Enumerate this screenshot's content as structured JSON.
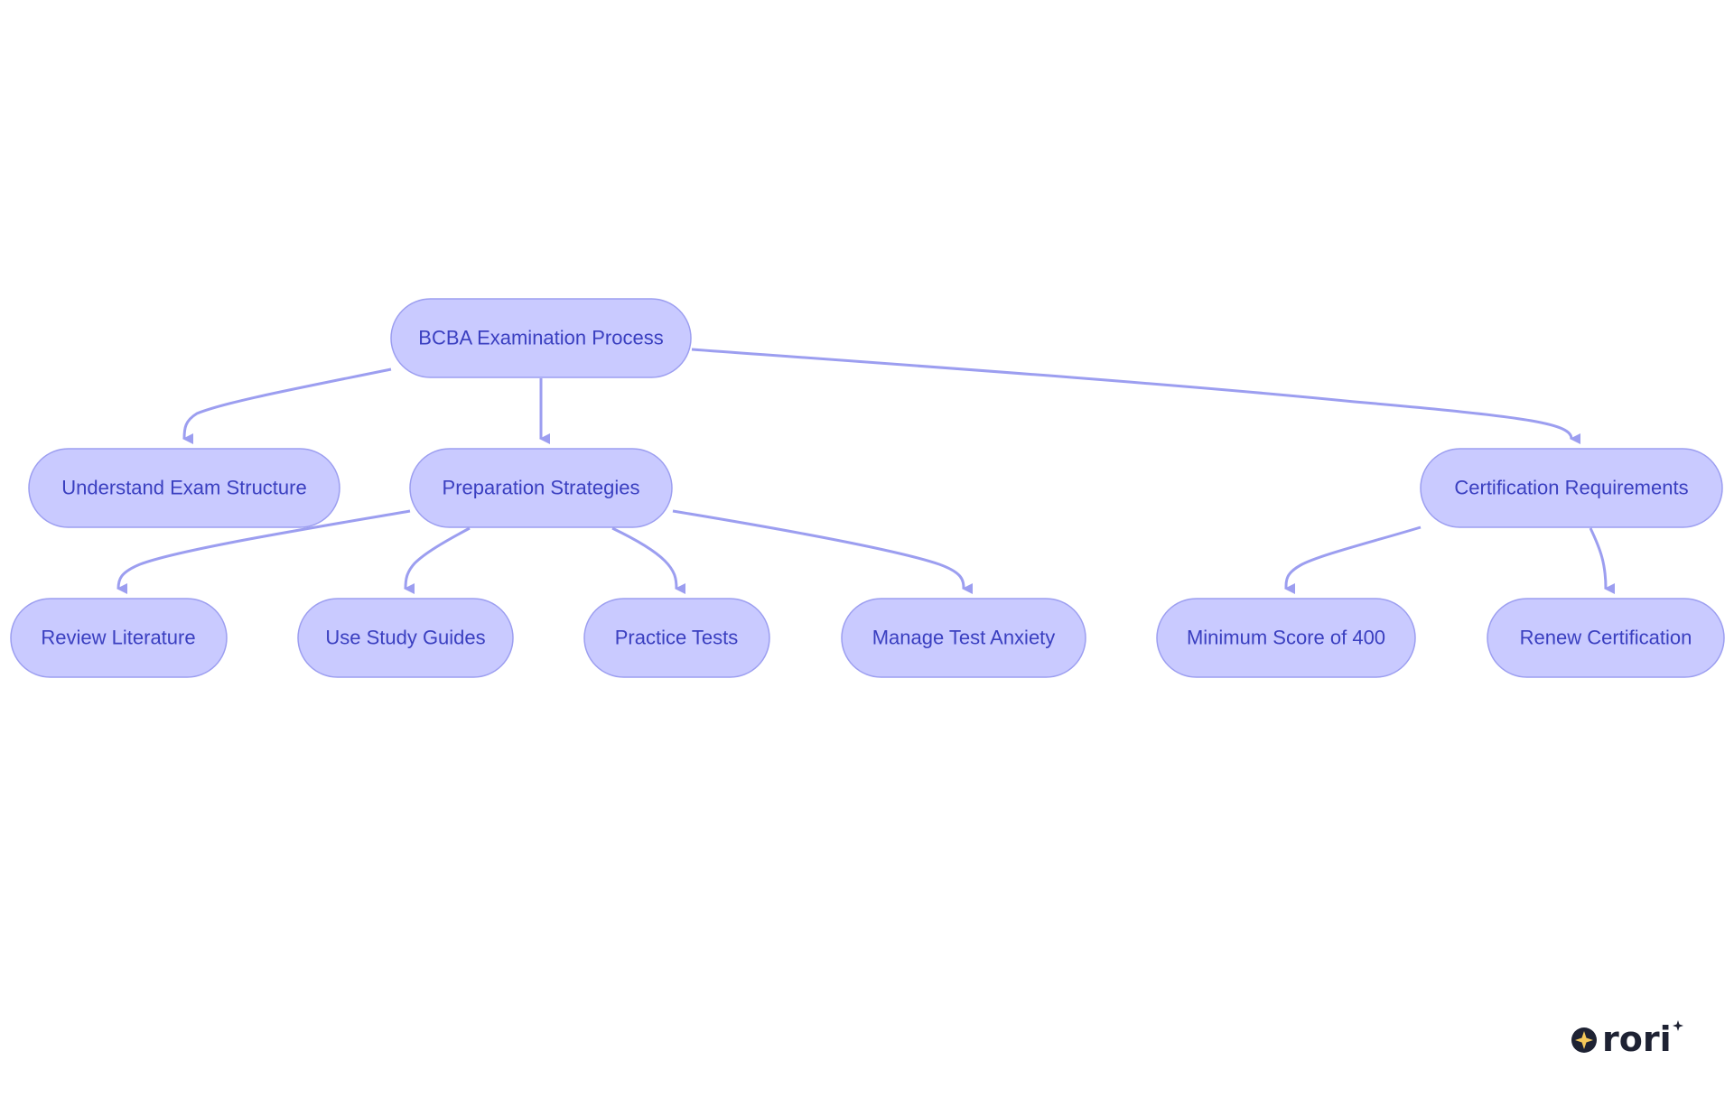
{
  "diagram": {
    "nodes": {
      "root": "BCBA Examination Process",
      "understand": "Understand Exam Structure",
      "prep": "Preparation Strategies",
      "cert": "Certification Requirements",
      "review": "Review Literature",
      "guides": "Use Study Guides",
      "practice": "Practice Tests",
      "anxiety": "Manage Test Anxiety",
      "minscore": "Minimum Score of 400",
      "renew": "Renew Certification"
    },
    "colors": {
      "node_fill": "#c9caff",
      "node_stroke": "#9c9ef0",
      "edge": "#9c9ef0",
      "text": "#3a3fc0"
    }
  },
  "logo": {
    "text": "rori",
    "icon": "sparkle-icon"
  }
}
